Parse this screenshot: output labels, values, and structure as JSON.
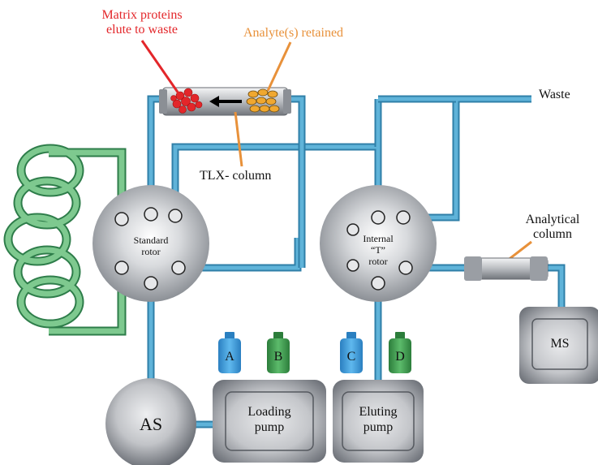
{
  "labels": {
    "matrix_line1": "Matrix proteins",
    "matrix_line2": "elute to waste",
    "analyte": "Analyte(s) retained",
    "waste": "Waste",
    "tlx_column": "TLX- column",
    "analytical_line1": "Analytical",
    "analytical_line2": "column"
  },
  "rotors": {
    "standard_line1": "Standard",
    "standard_line2": "rotor",
    "internal_line1": "Internal",
    "internal_line2": "“T”",
    "internal_line3": "rotor"
  },
  "components": {
    "as": "AS",
    "loading_line1": "Loading",
    "loading_line2": "pump",
    "eluting_line1": "Eluting",
    "eluting_line2": "pump",
    "ms": "MS"
  },
  "bottles": {
    "a": "A",
    "b": "B",
    "c": "C",
    "d": "D"
  },
  "colors": {
    "tube": "#5fb3d9",
    "tube_edge": "#2f7fa8",
    "loop": "#7ec98f",
    "loop_edge": "#2e7d4a",
    "matrix": "#e3262a",
    "analyte": "#f0a830",
    "bottle_blue": "#3a9ad9",
    "bottle_green": "#3a9a4a"
  }
}
